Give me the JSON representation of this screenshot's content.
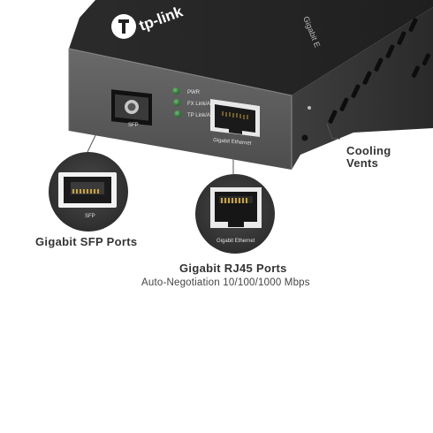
{
  "device": {
    "brand_logo": "tp-link",
    "side_label": "Gigabit E",
    "ports": {
      "sfp_label": "SFP",
      "ethernet_label": "Gigabit Ethernet"
    },
    "leds": [
      {
        "label": "PWR"
      },
      {
        "label": "FX Link/Act"
      },
      {
        "label": "TP Link/Act"
      }
    ]
  },
  "callouts": {
    "sfp_zoom_label": "SFP",
    "rj45_zoom_label": "Gigabit Ethernet",
    "cooling_line1": "Cooling",
    "cooling_line2": "Vents",
    "sfp_title": "Gigabit SFP Ports",
    "rj45_title": "Gigabit RJ45 Ports",
    "rj45_subtitle": "Auto-Negotiation 10/100/1000 Mbps"
  },
  "colors": {
    "body_dark": "#2a2a2a",
    "body_face": "#5b5b5b",
    "led_green": "#2e7a3a",
    "text": "#333333"
  }
}
